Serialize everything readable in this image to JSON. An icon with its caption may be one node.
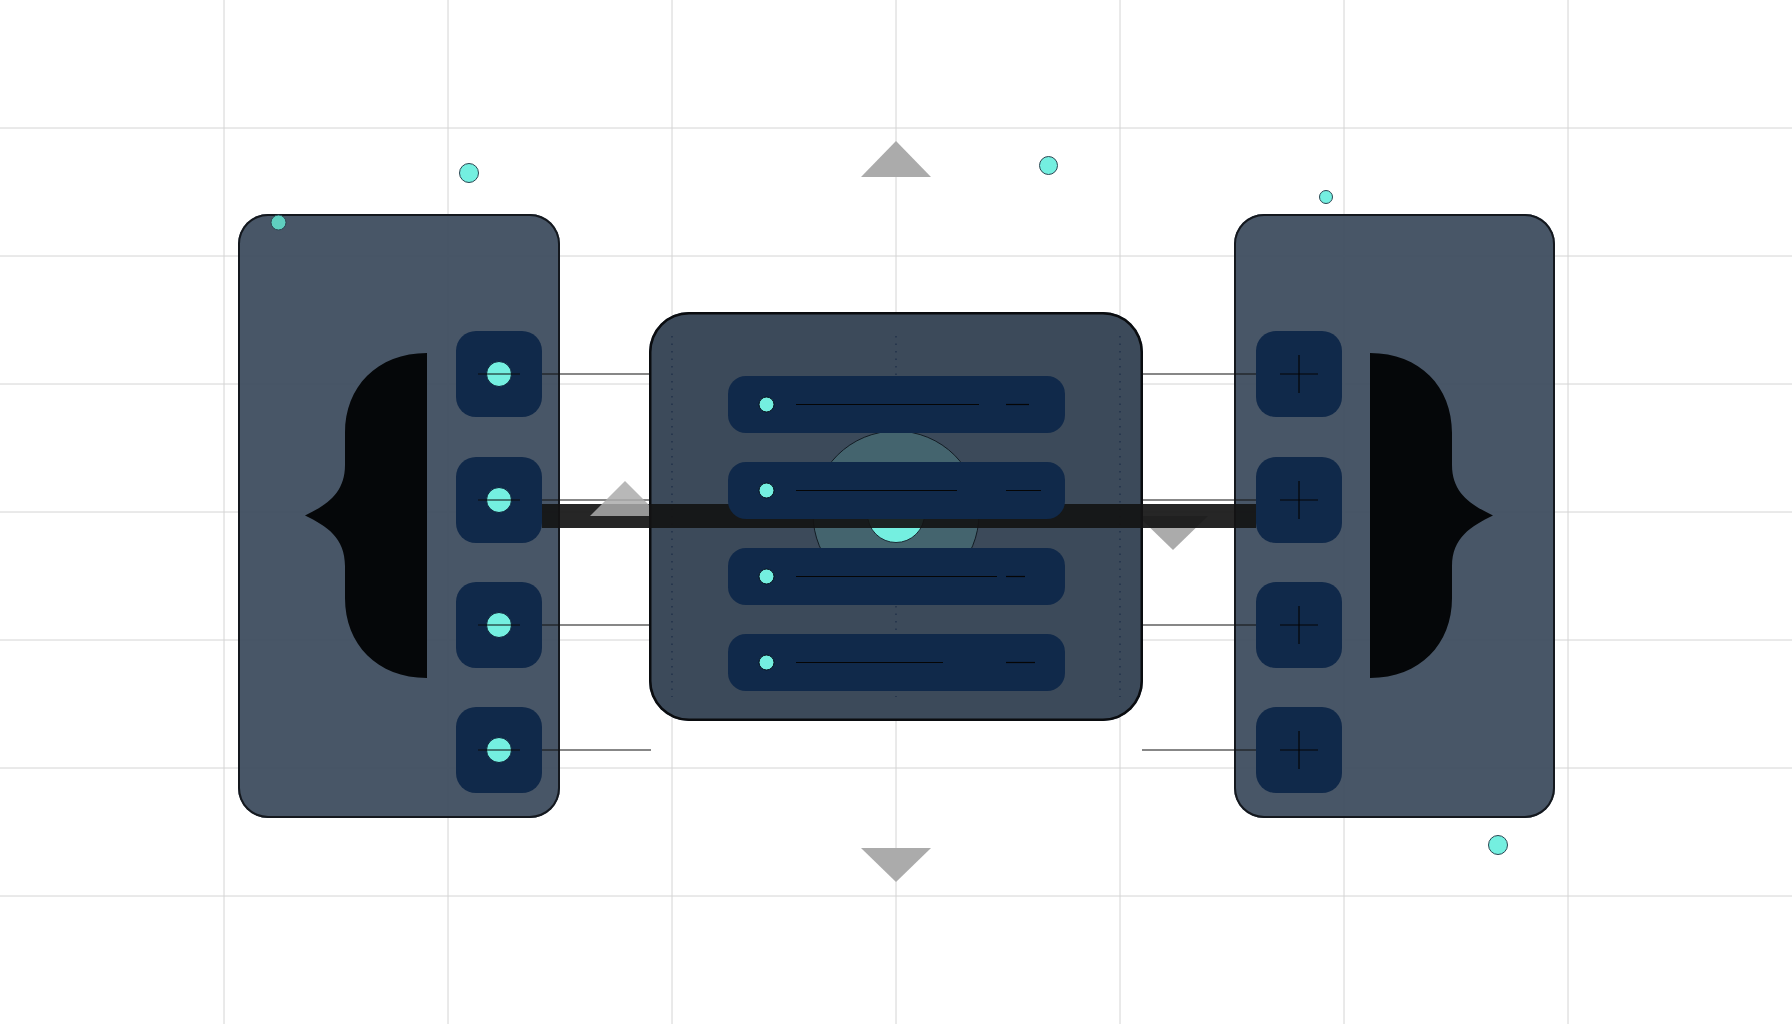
{
  "diagram": {
    "nodes": [
      {
        "text": [],
        "shape": "box"
      },
      {
        "text": [],
        "shape": "brace",
        "in": 0
      },
      {
        "text": [],
        "shape": "box",
        "in": 0
      },
      {
        "text": [],
        "shape": "box",
        "in": 0
      },
      {
        "text": [],
        "shape": "box",
        "in": 0
      },
      {
        "text": [],
        "shape": "box",
        "in": 0
      },
      {
        "text": [],
        "shape": "box"
      },
      {
        "text": [],
        "shape": "box",
        "in": 6
      },
      {
        "text": [],
        "shape": "box",
        "in": 6
      },
      {
        "text": [],
        "shape": "box",
        "in": 6
      },
      {
        "text": [],
        "shape": "box",
        "in": 6
      },
      {
        "text": [],
        "shape": "box"
      },
      {
        "text": [],
        "shape": "box",
        "in": 11
      },
      {
        "text": [],
        "shape": "box",
        "in": 11
      },
      {
        "text": [],
        "shape": "box",
        "in": 11
      },
      {
        "text": [],
        "shape": "box",
        "in": 11
      },
      {
        "text": [],
        "shape": "brace",
        "in": 11
      }
    ],
    "edges": [
      {
        "from": 2,
        "to": 6,
        "arrow": "none"
      },
      {
        "from": 3,
        "to": 6,
        "arrow": "none"
      },
      {
        "from": 4,
        "to": 6,
        "arrow": "none"
      },
      {
        "from": 5,
        "to": null,
        "arrow": "none"
      },
      {
        "from": 3,
        "to": 13,
        "arrow": "none",
        "style": "thick"
      },
      {
        "from": 6,
        "to": 12,
        "arrow": "none"
      },
      {
        "from": 6,
        "to": 13,
        "arrow": "none"
      },
      {
        "from": 6,
        "to": 14,
        "arrow": "none"
      },
      {
        "from": null,
        "to": 15,
        "arrow": "none"
      }
    ]
  }
}
